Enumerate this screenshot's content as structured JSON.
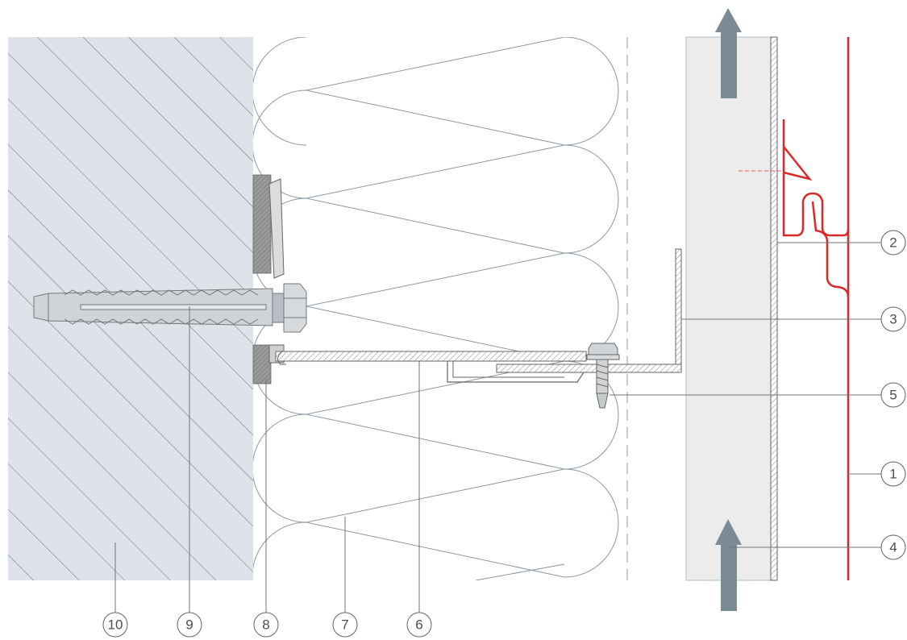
{
  "diagram": {
    "type": "ventilated facade fixing section",
    "callouts": [
      {
        "id": "c1",
        "label": "1",
        "element": "cladding-panel"
      },
      {
        "id": "c2",
        "label": "2",
        "element": "vertical-rail"
      },
      {
        "id": "c3",
        "label": "3",
        "element": "l-profile"
      },
      {
        "id": "c4",
        "label": "4",
        "element": "ventilation-air-gap"
      },
      {
        "id": "c5",
        "label": "5",
        "element": "self-drilling-screw"
      },
      {
        "id": "c6",
        "label": "6",
        "element": "wall-bracket"
      },
      {
        "id": "c7",
        "label": "7",
        "element": "mineral-wool-insulation"
      },
      {
        "id": "c8",
        "label": "8",
        "element": "thermal-isolator-pad"
      },
      {
        "id": "c9",
        "label": "9",
        "element": "anchor-dowel"
      },
      {
        "id": "c10",
        "label": "10",
        "element": "concrete-wall"
      }
    ],
    "colors": {
      "wall_fill": "#dde3e8",
      "hatch": "#6f7b85",
      "insulation_line": "#8b99a4",
      "airgap_fill": "#ececec",
      "cladding_red": "#d92a2a",
      "arrow": "#7b8b96",
      "metal": "#a9b1b7",
      "pad": "#8c8c8c",
      "leader": "#6f767b"
    },
    "airflow_direction": "upward"
  }
}
